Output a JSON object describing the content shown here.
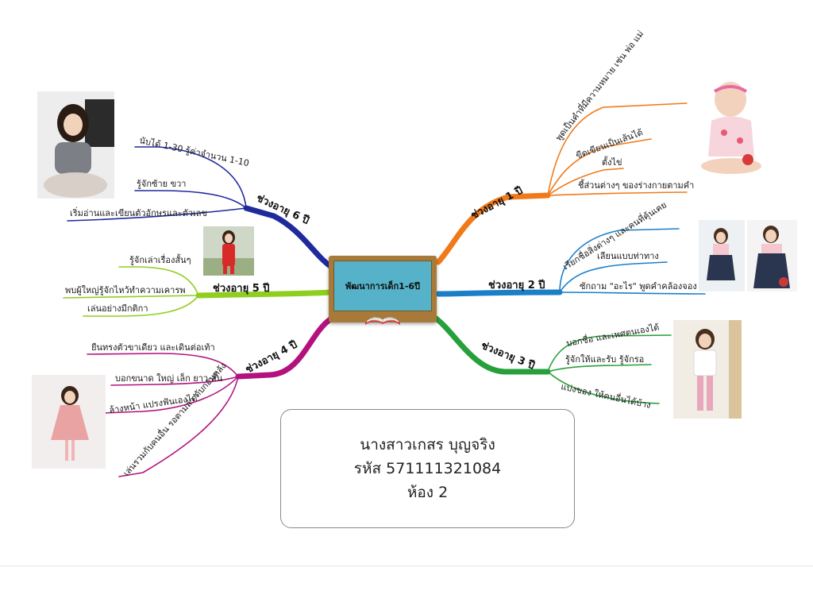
{
  "center": {
    "title": "พัฒนาการเด็ก1-6ปี"
  },
  "colors": {
    "age1": "#f07a1a",
    "age2": "#1b7fc8",
    "age3": "#26a03a",
    "age4": "#b3127e",
    "age5": "#8fce1f",
    "age6": "#1f2a9c"
  },
  "branches": {
    "age1": {
      "label": "ช่วงอายุ 1 ปี",
      "items": [
        "พูดเป็นคำที่มีความหมาย เช่น พ่อ แม่",
        "ขีดเขียนเป็นเส้นได้",
        "ตั้งไข่",
        "ชี้ส่วนต่างๆ ของร่างกายตามคำ"
      ]
    },
    "age2": {
      "label": "ช่วงอายุ 2 ปี",
      "items": [
        "เรียกชื่อสิ่งต่างๆ และคนที่คุ้นเคย",
        "เลียนแบบท่าทาง",
        "ซักถาม \"อะไร\" พูดคำคล้องจอง"
      ]
    },
    "age3": {
      "label": "ช่วงอายุ 3 ปี",
      "items": [
        "บอกชื่อ และเพศตนเองได้",
        "รู้จักให้และรับ รู้จักรอ",
        "แบ่งของ ให้คนอื่นได้บ้าง"
      ]
    },
    "age4": {
      "label": "ช่วงอายุ 4 ปี",
      "items": [
        "ยืนทรงตัวขาเดียว และเดินต่อเท้า",
        "บอกขนาด ใหญ่ เล็ก ยาว-สั้น",
        "ล้างหน้า แปรงฟันเองได้",
        "เล่นรวมกับคนอื่น รอตามลำ ดับก่อนหลัง"
      ]
    },
    "age5": {
      "label": "ช่วงอายุ 5 ปี",
      "items": [
        "รู้จักเล่าเรื่องสั้นๆ",
        "พบผู้ใหญ่รู้จักไหว้ทำความเคารพ",
        "เล่นอย่างมีกติกา"
      ]
    },
    "age6": {
      "label": "ช่วงอายุ 6 ปี",
      "items": [
        "นับได้ 1-30 รู้ค่าจำนวน 1-10",
        "รู้จักซ้าย ขวา",
        "เริ่มอ่านและเขียนตัวอักษรและตัวเลข"
      ]
    }
  },
  "info": {
    "name": "นางสาวเกสร บุญจริง",
    "student_id": "รหัส 571111321084",
    "room": "ห้อง 2"
  }
}
